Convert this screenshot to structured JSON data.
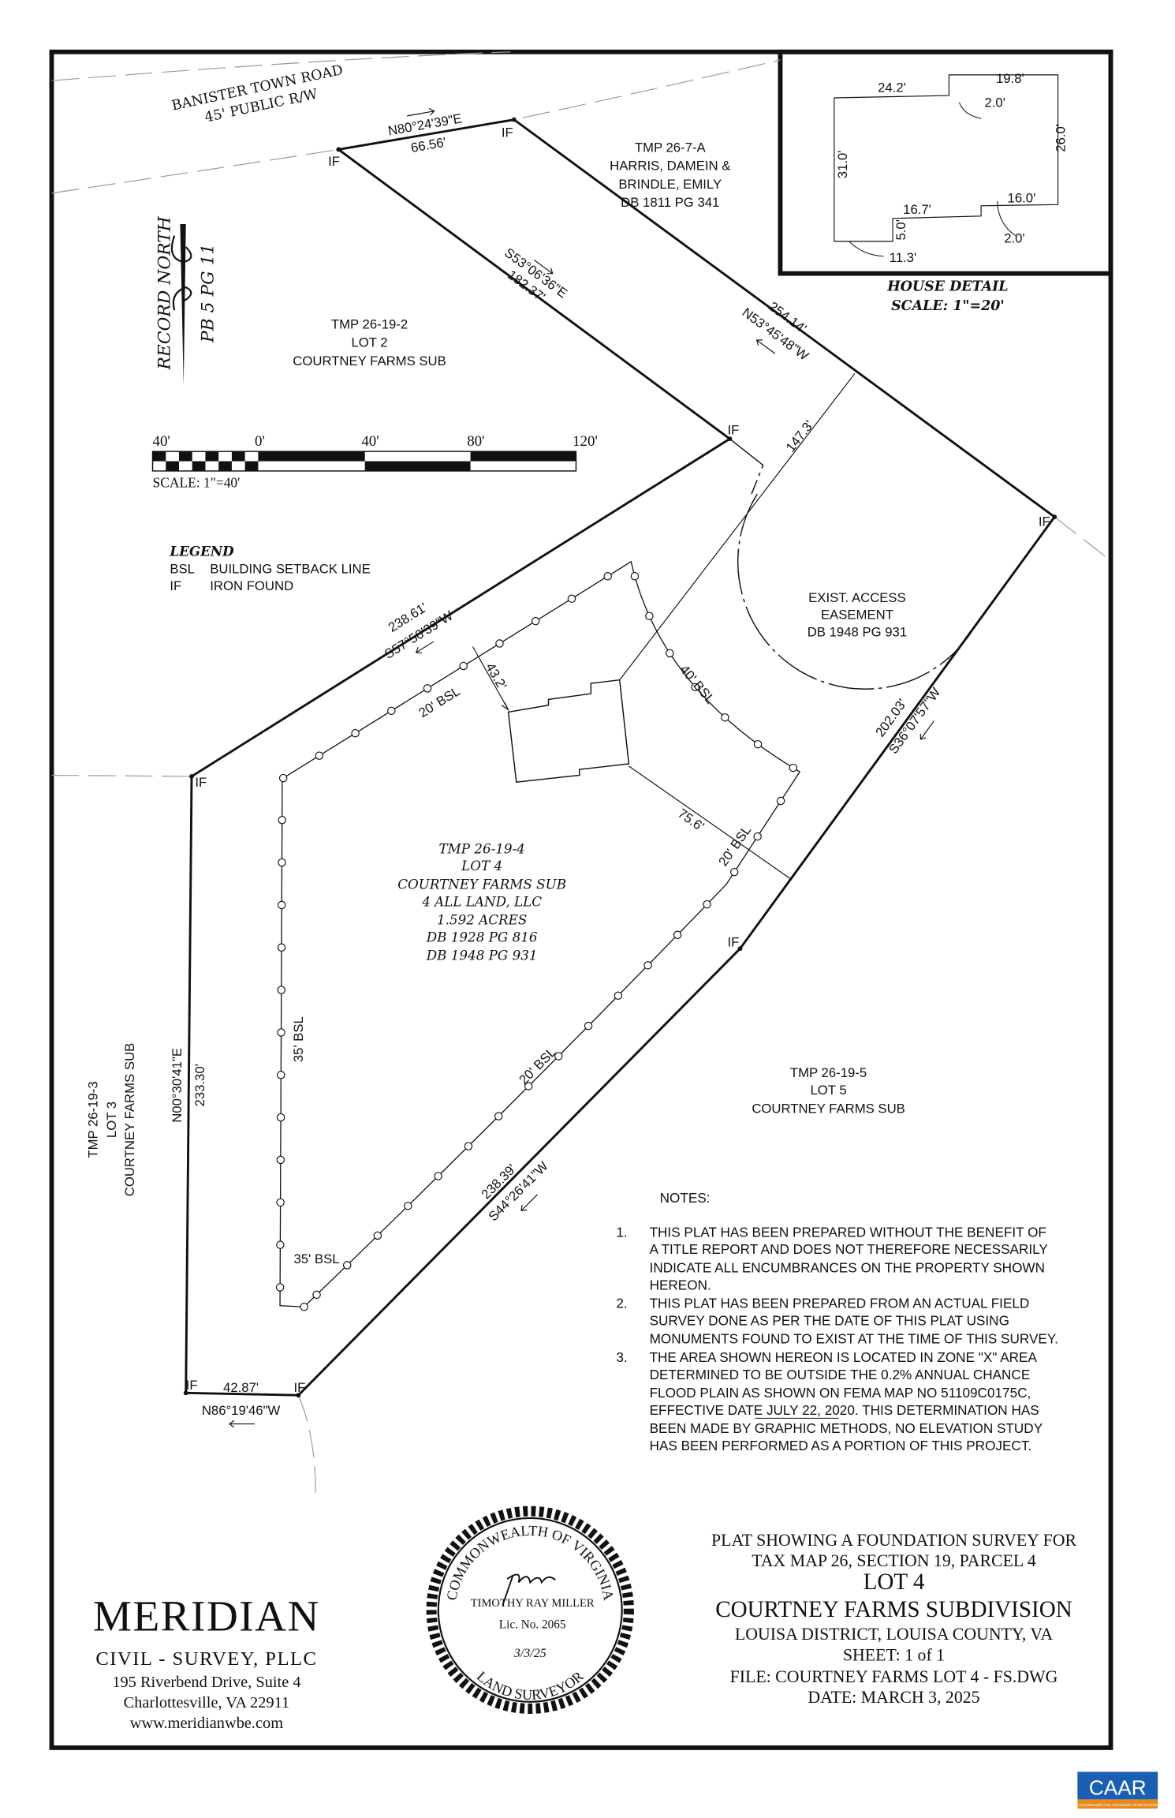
{
  "road": {
    "name": "BANISTER TOWN ROAD",
    "row": "45' PUBLIC R/W"
  },
  "record_north": {
    "label": "RECORD NORTH",
    "ref": "PB 5 PG 11"
  },
  "iron_found_label": "IF",
  "boundary": {
    "road_bearing": "N80°24'39\"E",
    "road_dist": "66.56'",
    "west_lot2_bearing": "S53°06'36\"E",
    "west_lot2_dist": "182.37'",
    "east_bearing": "N53°45'48\"W",
    "east_dist": "254.14'",
    "nw_dist": "238.61'",
    "nw_bearing": "S57°50'39\"W",
    "se_dist": "202.03'",
    "se_bearing": "S36°07'57\"W",
    "sse_dist": "238.39'",
    "sse_bearing": "S44°26'41\"W",
    "south_dist": "42.87'",
    "south_bearing": "N86°19'46\"W",
    "west_bearing": "N00°30'41\"E",
    "west_dist": "233.30'"
  },
  "offsets": {
    "house_nw": "43.2'",
    "house_se": "75.6'",
    "easement": "147.3'"
  },
  "setbacks": {
    "nw": "20' BSL",
    "ne": "40' BSL",
    "se": "20' BSL",
    "sse": "20' BSL",
    "w": "35' BSL",
    "sw": "35' BSL"
  },
  "parcels": {
    "harris": [
      "TMP 26-7-A",
      "HARRIS, DAMEIN &",
      "BRINDLE, EMILY",
      "DB 1811 PG 341"
    ],
    "lot2": [
      "TMP 26-19-2",
      "LOT 2",
      "COURTNEY FARMS SUB"
    ],
    "lot4": [
      "TMP 26-19-4",
      "LOT 4",
      "COURTNEY FARMS SUB",
      "4 ALL LAND, LLC",
      "1.592 ACRES",
      "DB 1928 PG 816",
      "DB 1948 PG 931"
    ],
    "lot5": [
      "TMP 26-19-5",
      "LOT 5",
      "COURTNEY FARMS SUB"
    ],
    "lot3": [
      "TMP 26-19-3",
      "LOT 3",
      "COURTNEY FARMS SUB"
    ],
    "easement": [
      "EXIST. ACCESS",
      "EASEMENT",
      "DB 1948 PG 931"
    ]
  },
  "scale_bar": {
    "ticks": [
      "40'",
      "0'",
      "40'",
      "80'",
      "120'"
    ],
    "label": "SCALE: 1\"=40'"
  },
  "legend": {
    "title": "LEGEND",
    "items": [
      {
        "abbr": "BSL",
        "text": "BUILDING SETBACK LINE"
      },
      {
        "abbr": "IF",
        "text": "IRON FOUND"
      }
    ]
  },
  "house_detail": {
    "title": "HOUSE DETAIL",
    "scale": "SCALE: 1\"=20'",
    "dims": {
      "top_left": "24.2'",
      "top_right": "19.8'",
      "jog_top": "2.0'",
      "right": "26.0'",
      "left": "31.0'",
      "bottom_right": "16.0'",
      "jog_bottom": "2.0'",
      "bottom_mid": "16.7'",
      "small": "5.0'",
      "bottom_left": "11.3'"
    }
  },
  "notes": {
    "title": "NOTES:",
    "items": [
      {
        "num": "1.",
        "lines": [
          "THIS PLAT HAS BEEN PREPARED WITHOUT THE BENEFIT OF",
          "A TITLE REPORT AND DOES NOT THEREFORE NECESSARILY",
          "INDICATE ALL ENCUMBRANCES ON THE PROPERTY SHOWN",
          "HEREON."
        ]
      },
      {
        "num": "2.",
        "lines": [
          "THIS PLAT HAS BEEN PREPARED FROM AN ACTUAL FIELD",
          "SURVEY DONE AS PER THE DATE OF THIS PLAT USING",
          "MONUMENTS FOUND TO EXIST AT THE TIME OF THIS SURVEY."
        ]
      },
      {
        "num": "3.",
        "lines": [
          "THE AREA SHOWN HEREON IS LOCATED IN ZONE \"X\" AREA",
          "DETERMINED TO BE OUTSIDE THE 0.2% ANNUAL CHANCE",
          "FLOOD PLAIN AS SHOWN ON FEMA MAP NO 51109C0175C,",
          "EFFECTIVE DATE JULY 22, 2020. THIS DETERMINATION HAS",
          "BEEN MADE BY GRAPHIC METHODS, NO ELEVATION STUDY",
          "HAS BEEN PERFORMED AS A PORTION OF THIS PROJECT."
        ]
      }
    ]
  },
  "title_block": {
    "line1": "PLAT SHOWING A FOUNDATION SURVEY FOR",
    "line2": "TAX MAP 26, SECTION 19, PARCEL 4",
    "lot": "LOT 4",
    "subdivision": "COURTNEY FARMS SUBDIVISION",
    "district": "LOUISA DISTRICT, LOUISA COUNTY, VA",
    "sheet": "SHEET: 1 of 1",
    "file": "FILE: COURTNEY FARMS LOT 4 - FS.DWG",
    "date": "DATE: MARCH 3, 2025"
  },
  "company": {
    "name": "MERIDIAN",
    "type": "CIVIL - SURVEY, PLLC",
    "address1": "195 Riverbend Drive, Suite 4",
    "address2": "Charlottesville, VA 22911",
    "web": "www.meridianwbe.com"
  },
  "seal": {
    "top": "COMMONWEALTH OF VIRGINIA",
    "bottom": "LAND SURVEYOR",
    "name": "TIMOTHY RAY MILLER",
    "license": "Lic. No. 2065",
    "date": "3/3/25"
  },
  "caar": {
    "logo": "CAAR",
    "tagline": "Charlottesville Area Association of REALTORS",
    "blue": "#1a5fb4",
    "orange": "#e8891c"
  }
}
